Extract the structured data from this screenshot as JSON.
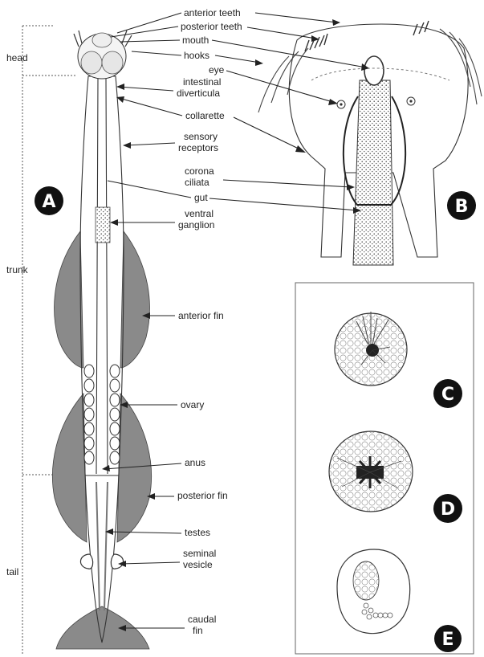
{
  "regions": {
    "head": "head",
    "trunk": "trunk",
    "tail": "tail"
  },
  "labels": {
    "anterior_teeth": "anterior teeth",
    "posterior_teeth": "posterior teeth",
    "mouth": "mouth",
    "hooks": "hooks",
    "eye": "eye",
    "intestinal_line1": "intestinal",
    "intestinal_line2": "diverticula",
    "collarette": "collarette",
    "sensory_line1": "sensory",
    "sensory_line2": "receptors",
    "corona_line1": "corona",
    "corona_line2": "ciliata",
    "gut": "gut",
    "ventral_line1": "ventral",
    "ventral_line2": "ganglion",
    "anterior_fin": "anterior fin",
    "ovary": "ovary",
    "anus": "anus",
    "posterior_fin": "posterior fin",
    "testes": "testes",
    "seminal_line1": "seminal",
    "seminal_line2": "vesicle",
    "caudal_line1": "caudal",
    "caudal_line2": "fin"
  },
  "panels": {
    "a": "A",
    "b": "B",
    "c": "C",
    "d": "D",
    "e": "E"
  }
}
